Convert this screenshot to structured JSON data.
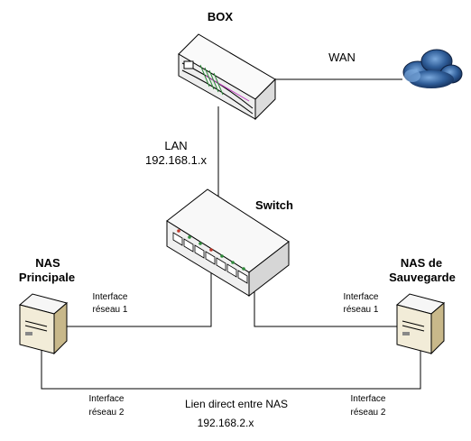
{
  "nodes": {
    "box": {
      "label": "BOX"
    },
    "wan": {
      "label": "WAN"
    },
    "lan": {
      "label": "LAN",
      "subnet": "192.168.1.x"
    },
    "switch": {
      "label": "Switch"
    },
    "nas_principale": {
      "label_line1": "NAS",
      "label_line2": "Principale"
    },
    "nas_sauvegarde": {
      "label_line1": "NAS de",
      "label_line2": "Sauvegarde"
    }
  },
  "interfaces": {
    "left_top": {
      "line1": "Interface",
      "line2": "réseau 1"
    },
    "right_top": {
      "line1": "Interface",
      "line2": "réseau 1"
    },
    "left_bottom": {
      "line1": "Interface",
      "line2": "réseau 2"
    },
    "right_bottom": {
      "line1": "Interface",
      "line2": "réseau 2"
    }
  },
  "direct_link": {
    "label": "Lien direct entre NAS",
    "subnet": "192.168.2.x"
  },
  "colors": {
    "cloud_dark": "#1a3a66",
    "cloud_light": "#5f90c8",
    "device_face": "#f4f4f4",
    "outline": "#000000",
    "port_green": "#2e8b3a",
    "port_red": "#c0392b",
    "box_accent": "#c040c0"
  }
}
